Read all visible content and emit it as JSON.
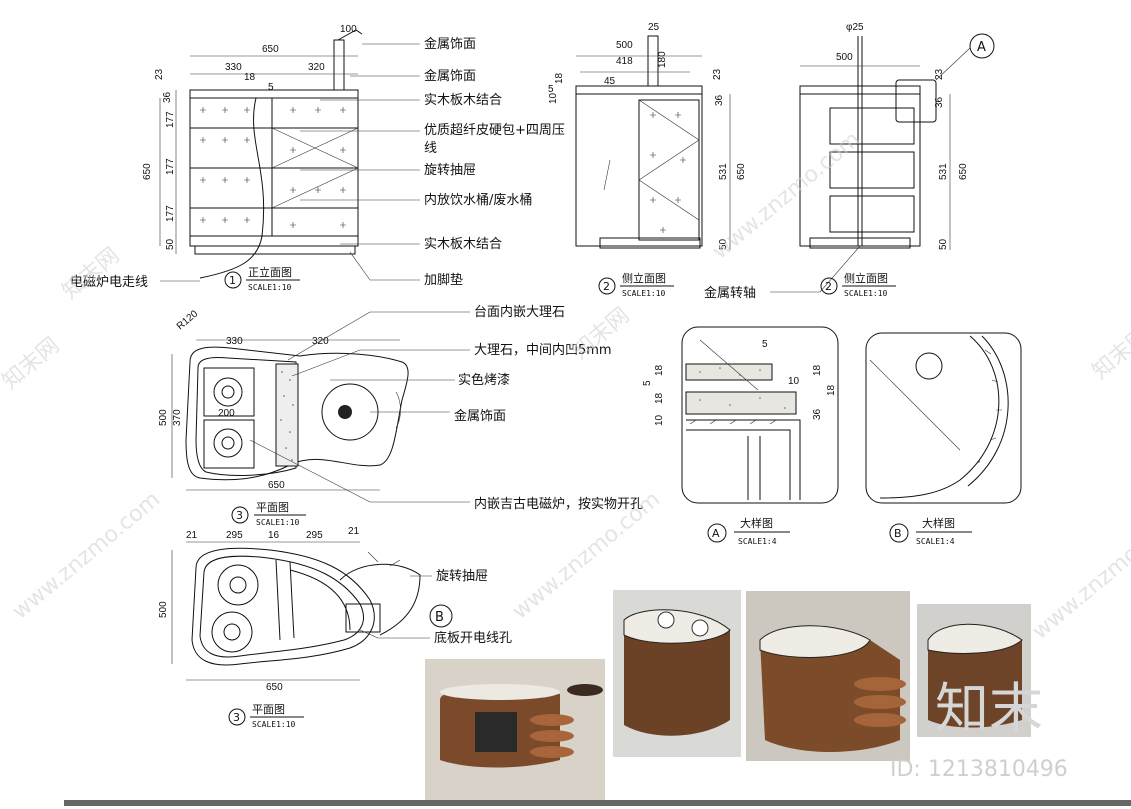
{
  "front": {
    "labels": [
      "金属饰面",
      "金属饰面",
      "实木板木结合",
      "优质超纤皮硬包+四周压",
      "线",
      "旋转抽屉",
      "内放饮水桶/废水桶",
      "实木板木结合"
    ],
    "left_note": "电磁炉电走线",
    "foot_note": "加脚垫",
    "dims": {
      "top_w": "100",
      "total_w": "650",
      "w330": "330",
      "w320": "320",
      "d18": "18",
      "d5": "5",
      "d23": "23",
      "d36": "36",
      "d177a": "177",
      "d177b": "177",
      "d177c": "177",
      "d50": "50",
      "h650": "650"
    },
    "caption": {
      "num": "1",
      "title": "正立面图",
      "scale": "SCALE1:10"
    }
  },
  "side1": {
    "dims": {
      "d25": "25",
      "d500": "500",
      "d418": "418",
      "d180": "180",
      "d45": "45",
      "d18": "18",
      "d10": "10",
      "d5": "5",
      "d23": "23",
      "d36": "36",
      "d531": "531",
      "d650": "650",
      "d50": "50"
    },
    "caption": {
      "num": "2",
      "title": "侧立面图",
      "scale": "SCALE1:10"
    }
  },
  "side2": {
    "dims": {
      "phi25": "φ25",
      "d500": "500",
      "d23": "23",
      "d36": "36",
      "d531": "531",
      "d650": "650",
      "d50": "50"
    },
    "callout": "A",
    "axis_note": "金属转轴",
    "caption": {
      "num": "2",
      "title": "侧立面图",
      "scale": "SCALE1:10"
    }
  },
  "plan1": {
    "labels": [
      "台面内嵌大理石",
      "大理石，中间内凹5mm",
      "实色烤漆",
      "金属饰面",
      "内嵌吉古电磁炉，按实物开孔"
    ],
    "dims": {
      "r": "R120",
      "w330": "330",
      "w320": "320",
      "d500": "500",
      "d370": "370",
      "d200": "200",
      "w650": "650"
    },
    "caption": {
      "num": "3",
      "title": "平面图",
      "scale": "SCALE1:10"
    }
  },
  "plan2": {
    "labels": [
      "旋转抽屉",
      "底板开电线孔"
    ],
    "dims": {
      "d21a": "21",
      "d295a": "295",
      "d16": "16",
      "d295b": "295",
      "d21b": "21",
      "d500": "500",
      "w650": "650"
    },
    "callout": "B",
    "caption": {
      "num": "3",
      "title": "平面图",
      "scale": "SCALE1:10"
    }
  },
  "detailA": {
    "dims": {
      "d5a": "5",
      "d10": "10",
      "d5b": "5",
      "d18a": "18",
      "d18b": "18",
      "d10b": "10",
      "d18c": "18",
      "d18d": "18",
      "d36": "36"
    },
    "caption": {
      "letter": "A",
      "title": "大样图",
      "scale": "SCALE1:4"
    }
  },
  "detailB": {
    "caption": {
      "letter": "B",
      "title": "大样图",
      "scale": "SCALE1:4"
    }
  },
  "watermark": {
    "brand": "知末网",
    "site": "www.znzmo.com",
    "logo": "知末",
    "id": "ID: 1213810496"
  },
  "colors": {
    "line": "#111111",
    "wood": "#8a5a32",
    "wood_dark": "#5e3a1f",
    "marble": "#e6e4df",
    "watermark": "#cfcfcf"
  }
}
